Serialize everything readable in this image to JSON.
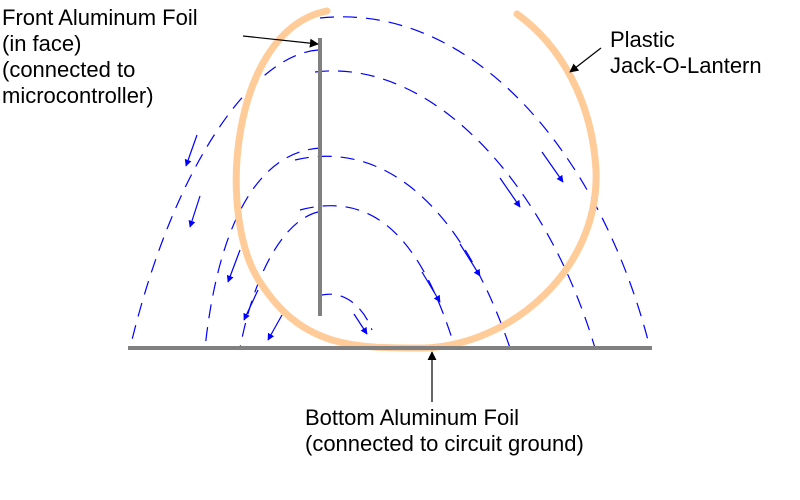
{
  "labels": {
    "front_foil": [
      "Front Aluminum Foil",
      "(in face)",
      "(connected to",
      "microcontroller)"
    ],
    "plastic": [
      "Plastic",
      "Jack-O-Lantern"
    ],
    "bottom_foil": [
      "Bottom Aluminum Foil",
      "(connected to circuit ground)"
    ]
  },
  "colors": {
    "foil": "#808080",
    "pumpkin": "#FFCC99",
    "field_lines": "#0000FF",
    "pointers": "#000000"
  }
}
